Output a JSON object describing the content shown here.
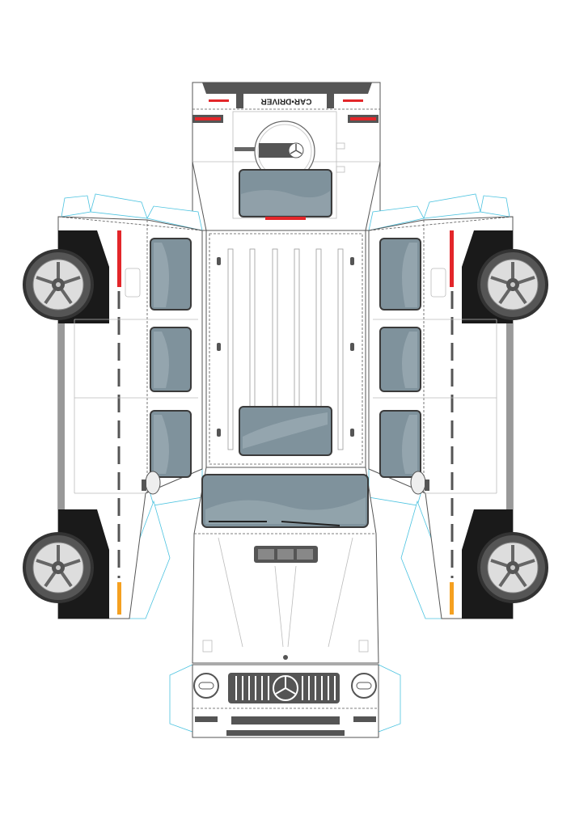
{
  "template": {
    "logo_text": "CAR AND DRIVER",
    "panels": [
      "rear",
      "roof",
      "left-side",
      "right-side",
      "windshield",
      "hood",
      "front-bumper"
    ]
  },
  "colors": {
    "outline": "#555555",
    "glue_tab": "#4cc3e0",
    "glass": "#7f929c",
    "light_red": "#e3262a",
    "indicator_orange": "#f5a020",
    "fender_black": "#1a1a1a"
  }
}
